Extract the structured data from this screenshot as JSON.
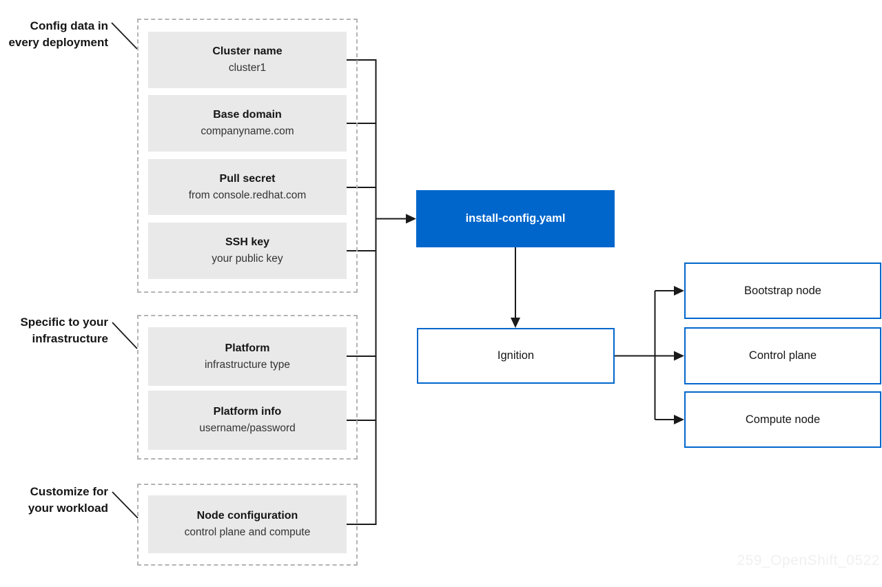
{
  "page": {
    "watermark": "259_OpenShift_0522"
  },
  "annotations": [
    {
      "line1": "Config data in",
      "line2": "every deployment"
    },
    {
      "line1": "Specific to your",
      "line2": "infrastructure"
    },
    {
      "line1": "Customize for",
      "line2": "your workload"
    }
  ],
  "groups": [
    {
      "id": "config-data-every-deployment",
      "boxes": [
        {
          "title": "Cluster name",
          "subtitle": "cluster1"
        },
        {
          "title": "Base domain",
          "subtitle": "companyname.com"
        },
        {
          "title": "Pull secret",
          "subtitle": "from console.redhat.com"
        },
        {
          "title": "SSH key",
          "subtitle": "your public key"
        }
      ]
    },
    {
      "id": "specific-to-your-infrastructure",
      "boxes": [
        {
          "title": "Platform",
          "subtitle": "infrastructure type"
        },
        {
          "title": "Platform info",
          "subtitle": "username/password"
        }
      ]
    },
    {
      "id": "customize-for-your-workload",
      "boxes": [
        {
          "title": "Node configuration",
          "subtitle": "control plane and compute"
        }
      ]
    }
  ],
  "center": {
    "install_config_label": "install-config.yaml",
    "ignition_label": "Ignition"
  },
  "outputs": [
    {
      "label": "Bootstrap node"
    },
    {
      "label": "Control plane"
    },
    {
      "label": "Compute node"
    }
  ],
  "colors": {
    "accent_blue": "#0066cc",
    "box_fill_gray": "#e9e9e9",
    "dashed_border_gray": "#b3b3b3",
    "line_black": "#1a1a1a",
    "text_dark": "#151515",
    "watermark_gray": "#f0f0f2"
  }
}
